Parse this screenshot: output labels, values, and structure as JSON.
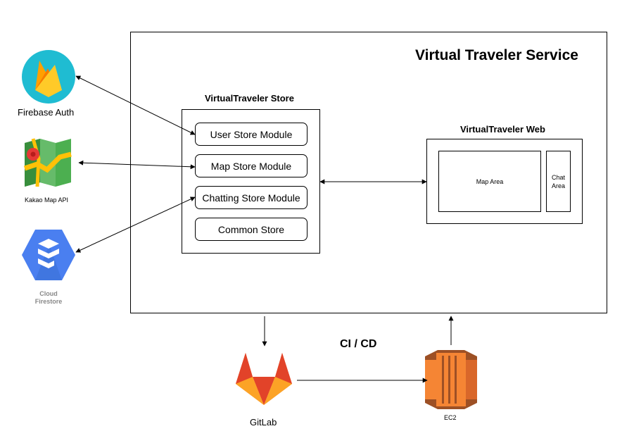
{
  "service": {
    "title": "Virtual Traveler Service"
  },
  "store": {
    "title": "VirtualTraveler Store",
    "modules": [
      "User Store Module",
      "Map Store Module",
      "Chatting Store Module",
      "Common Store"
    ]
  },
  "web": {
    "title": "VirtualTraveler Web",
    "map_area": "Map Area",
    "chat_area_line1": "Chat",
    "chat_area_line2": "Area"
  },
  "external": {
    "firebase": "Firebase Auth",
    "kakao": "Kakao Map API",
    "firestore_line1": "Cloud",
    "firestore_line2": "Firestore"
  },
  "cicd": {
    "label": "CI / CD",
    "gitlab": "GitLab",
    "ec2": "EC2"
  },
  "colors": {
    "firebase_circle": "#1fbcd2",
    "firebase_flame": "#ffca28",
    "firebase_flame_dark": "#f57c00",
    "firestore_hex": "#4a7ff0",
    "gitlab_orange": "#fc6d26",
    "gitlab_red": "#e24329",
    "gitlab_light": "#fca326",
    "ec2_orange": "#f58534",
    "ec2_dark": "#9d5025",
    "map_green": "#4caf50",
    "map_yellow": "#ffc107"
  }
}
